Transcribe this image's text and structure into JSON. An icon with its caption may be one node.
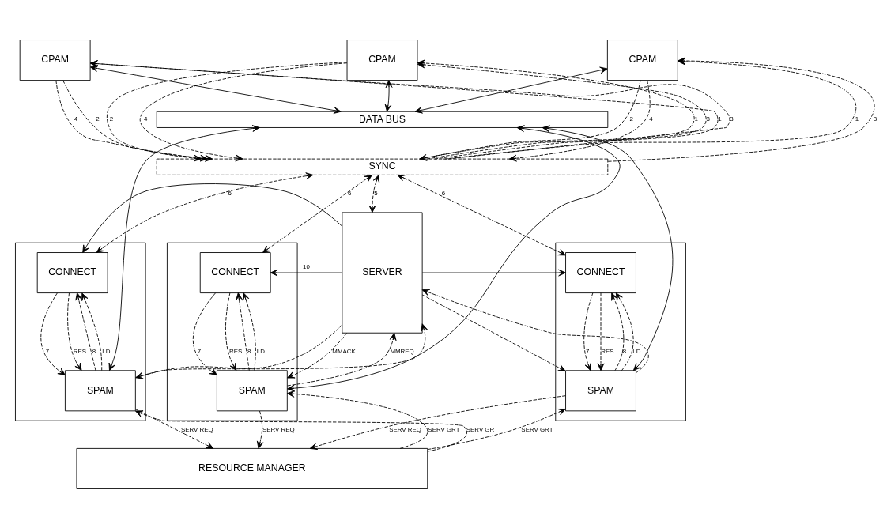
{
  "diagram": {
    "nodes": [
      {
        "text": [
          "CPAM"
        ]
      },
      {
        "text": [
          "CPAM"
        ]
      },
      {
        "text": [
          "CPAM"
        ]
      },
      {
        "text": [
          "DATA BUS"
        ]
      },
      {
        "text": [
          "SYNC"
        ]
      },
      {
        "text": [
          "SERVER"
        ]
      },
      {
        "text": [],
        "shape": "box"
      },
      {
        "text": [
          "CONNECT"
        ],
        "in": 6
      },
      {
        "text": [
          "SPAM"
        ],
        "in": 6
      },
      {
        "text": [],
        "shape": "box"
      },
      {
        "text": [
          "CONNECT"
        ],
        "in": 9
      },
      {
        "text": [
          "SPAM"
        ],
        "in": 9
      },
      {
        "text": [],
        "shape": "box"
      },
      {
        "text": [
          "CONNECT"
        ],
        "in": 12
      },
      {
        "text": [
          "SPAM"
        ],
        "in": 12
      },
      {
        "text": [
          "RESOURCE MANAGER"
        ]
      }
    ],
    "edges": [
      {
        "from": 0,
        "to": 3,
        "arrow": "both"
      },
      {
        "from": 4,
        "to": 0,
        "arrow": "to",
        "label": "1",
        "style": "dashed"
      },
      {
        "from": 0,
        "to": 4,
        "arrow": "to",
        "label": "2",
        "style": "dashed"
      },
      {
        "from": 4,
        "to": 0,
        "arrow": "to",
        "label": "3",
        "style": "dashed"
      },
      {
        "from": 0,
        "to": 4,
        "arrow": "to",
        "label": "4",
        "style": "dashed"
      },
      {
        "from": 1,
        "to": 3,
        "arrow": "both"
      },
      {
        "from": 4,
        "to": 1,
        "arrow": "to",
        "label": "1",
        "style": "dashed"
      },
      {
        "from": 1,
        "to": 4,
        "arrow": "to",
        "label": "2",
        "style": "dashed"
      },
      {
        "from": 4,
        "to": 1,
        "arrow": "to",
        "label": "3",
        "style": "dashed"
      },
      {
        "from": 1,
        "to": 4,
        "arrow": "to",
        "label": "4",
        "style": "dashed"
      },
      {
        "from": 2,
        "to": 3,
        "arrow": "both"
      },
      {
        "from": 4,
        "to": 2,
        "arrow": "to",
        "label": "1",
        "style": "dashed"
      },
      {
        "from": 2,
        "to": 4,
        "arrow": "to",
        "label": "2",
        "style": "dashed"
      },
      {
        "from": 4,
        "to": 2,
        "arrow": "to",
        "label": "3",
        "style": "dashed"
      },
      {
        "from": 2,
        "to": 4,
        "arrow": "to",
        "label": "4",
        "style": "dashed"
      },
      {
        "from": 4,
        "to": 5,
        "arrow": "both",
        "label": "5",
        "style": "dashed"
      },
      {
        "from": 5,
        "to": 7,
        "arrow": "to",
        "label": "10"
      },
      {
        "from": 5,
        "to": 10,
        "arrow": "to"
      },
      {
        "from": 5,
        "to": 13,
        "arrow": "to"
      },
      {
        "from": 4,
        "to": 7,
        "arrow": "both",
        "label": "6",
        "style": "dashed"
      },
      {
        "from": 4,
        "to": 10,
        "arrow": "both",
        "label": "6",
        "style": "dashed"
      },
      {
        "from": 4,
        "to": 13,
        "arrow": "both",
        "label": "6",
        "style": "dashed"
      },
      {
        "from": 3,
        "to": 8,
        "arrow": "both"
      },
      {
        "from": 3,
        "to": 11,
        "arrow": "both"
      },
      {
        "from": 3,
        "to": 14,
        "arrow": "both"
      },
      {
        "from": 7,
        "to": 8,
        "arrow": "to",
        "label": "7",
        "style": "dashed"
      },
      {
        "from": 8,
        "to": 7,
        "arrow": "to",
        "label": "8",
        "style": "dashed"
      },
      {
        "from": 7,
        "to": 8,
        "arrow": "to",
        "label": "RES",
        "style": "dashed"
      },
      {
        "from": 8,
        "to": 7,
        "arrow": "to",
        "label": "LD",
        "style": "dashed"
      },
      {
        "from": 10,
        "to": 11,
        "arrow": "to",
        "label": "7",
        "style": "dashed"
      },
      {
        "from": 11,
        "to": 10,
        "arrow": "to",
        "label": "8",
        "style": "dashed"
      },
      {
        "from": 10,
        "to": 11,
        "arrow": "to",
        "label": "RES",
        "style": "dashed"
      },
      {
        "from": 11,
        "to": 10,
        "arrow": "to",
        "label": "LD",
        "style": "dashed"
      },
      {
        "from": 13,
        "to": 14,
        "arrow": "to",
        "label": "7",
        "style": "dashed"
      },
      {
        "from": 14,
        "to": 13,
        "arrow": "to",
        "label": "8",
        "style": "dashed"
      },
      {
        "from": 13,
        "to": 14,
        "arrow": "to",
        "label": "RES",
        "style": "dashed"
      },
      {
        "from": 14,
        "to": 13,
        "arrow": "to",
        "label": "LD",
        "style": "dashed"
      },
      {
        "from": 15,
        "to": 8,
        "arrow": "to",
        "label": "SERV GRT",
        "style": "dashed"
      },
      {
        "from": 8,
        "to": 15,
        "arrow": "to",
        "label": "SERV REQ",
        "style": "dashed"
      },
      {
        "from": 15,
        "to": 11,
        "arrow": "to",
        "label": "SERV GRT",
        "style": "dashed"
      },
      {
        "from": 11,
        "to": 15,
        "arrow": "to",
        "label": "SERV REQ",
        "style": "dashed"
      },
      {
        "from": 15,
        "to": 14,
        "arrow": "to",
        "label": "SERV GRT",
        "style": "dashed"
      },
      {
        "from": 14,
        "to": 15,
        "arrow": "to",
        "label": "SERV REQ",
        "style": "dashed"
      },
      {
        "from": 8,
        "to": 5,
        "arrow": "to",
        "label": "MMREQ",
        "style": "dashed"
      },
      {
        "from": 11,
        "to": 5,
        "arrow": "to",
        "style": "dashed"
      },
      {
        "from": 14,
        "to": 5,
        "arrow": "to",
        "style": "dashed"
      },
      {
        "from": 5,
        "to": 8,
        "arrow": "to",
        "label": "MMACK",
        "style": "dashed"
      },
      {
        "from": 5,
        "to": 11,
        "arrow": "to",
        "style": "dashed"
      },
      {
        "from": 5,
        "to": 14,
        "arrow": "to",
        "style": "dashed"
      }
    ]
  }
}
